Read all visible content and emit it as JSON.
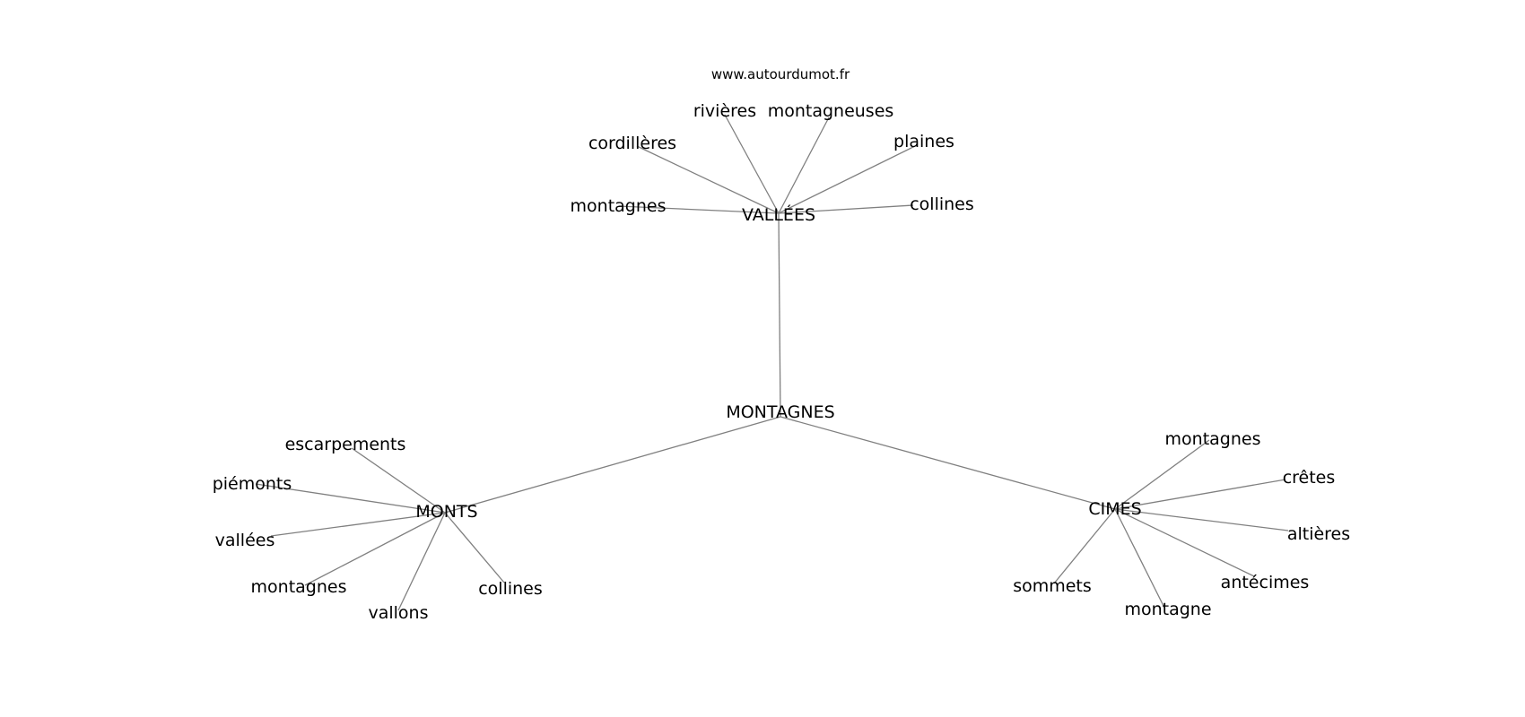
{
  "site_url": "www.autourdumot.fr",
  "colors": {
    "edge": "#808080",
    "text": "#000000",
    "background": "#ffffff"
  },
  "root": {
    "id": "montagnes-root",
    "label": "MONTAGNES"
  },
  "clusters": [
    {
      "id": "vallees",
      "label": "VALLÉES",
      "words": [
        {
          "id": "vallees-montagnes",
          "label": "montagnes"
        },
        {
          "id": "vallees-cordilleres",
          "label": "cordillères"
        },
        {
          "id": "vallees-rivieres",
          "label": "rivières"
        },
        {
          "id": "vallees-montagneuses",
          "label": "montagneuses"
        },
        {
          "id": "vallees-plaines",
          "label": "plaines"
        },
        {
          "id": "vallees-collines",
          "label": "collines"
        }
      ]
    },
    {
      "id": "monts",
      "label": "MONTS",
      "words": [
        {
          "id": "monts-escarpements",
          "label": "escarpements"
        },
        {
          "id": "monts-piemonts",
          "label": "piémonts"
        },
        {
          "id": "monts-vallees",
          "label": "vallées"
        },
        {
          "id": "monts-montagnes",
          "label": "montagnes"
        },
        {
          "id": "monts-vallons",
          "label": "vallons"
        },
        {
          "id": "monts-collines",
          "label": "collines"
        }
      ]
    },
    {
      "id": "cimes",
      "label": "CIMES",
      "words": [
        {
          "id": "cimes-montagnes",
          "label": "montagnes"
        },
        {
          "id": "cimes-cretes",
          "label": "crêtes"
        },
        {
          "id": "cimes-altieres",
          "label": "altières"
        },
        {
          "id": "cimes-antecimes",
          "label": "antécimes"
        },
        {
          "id": "cimes-montagne",
          "label": "montagne"
        },
        {
          "id": "cimes-sommets",
          "label": "sommets"
        }
      ]
    }
  ]
}
